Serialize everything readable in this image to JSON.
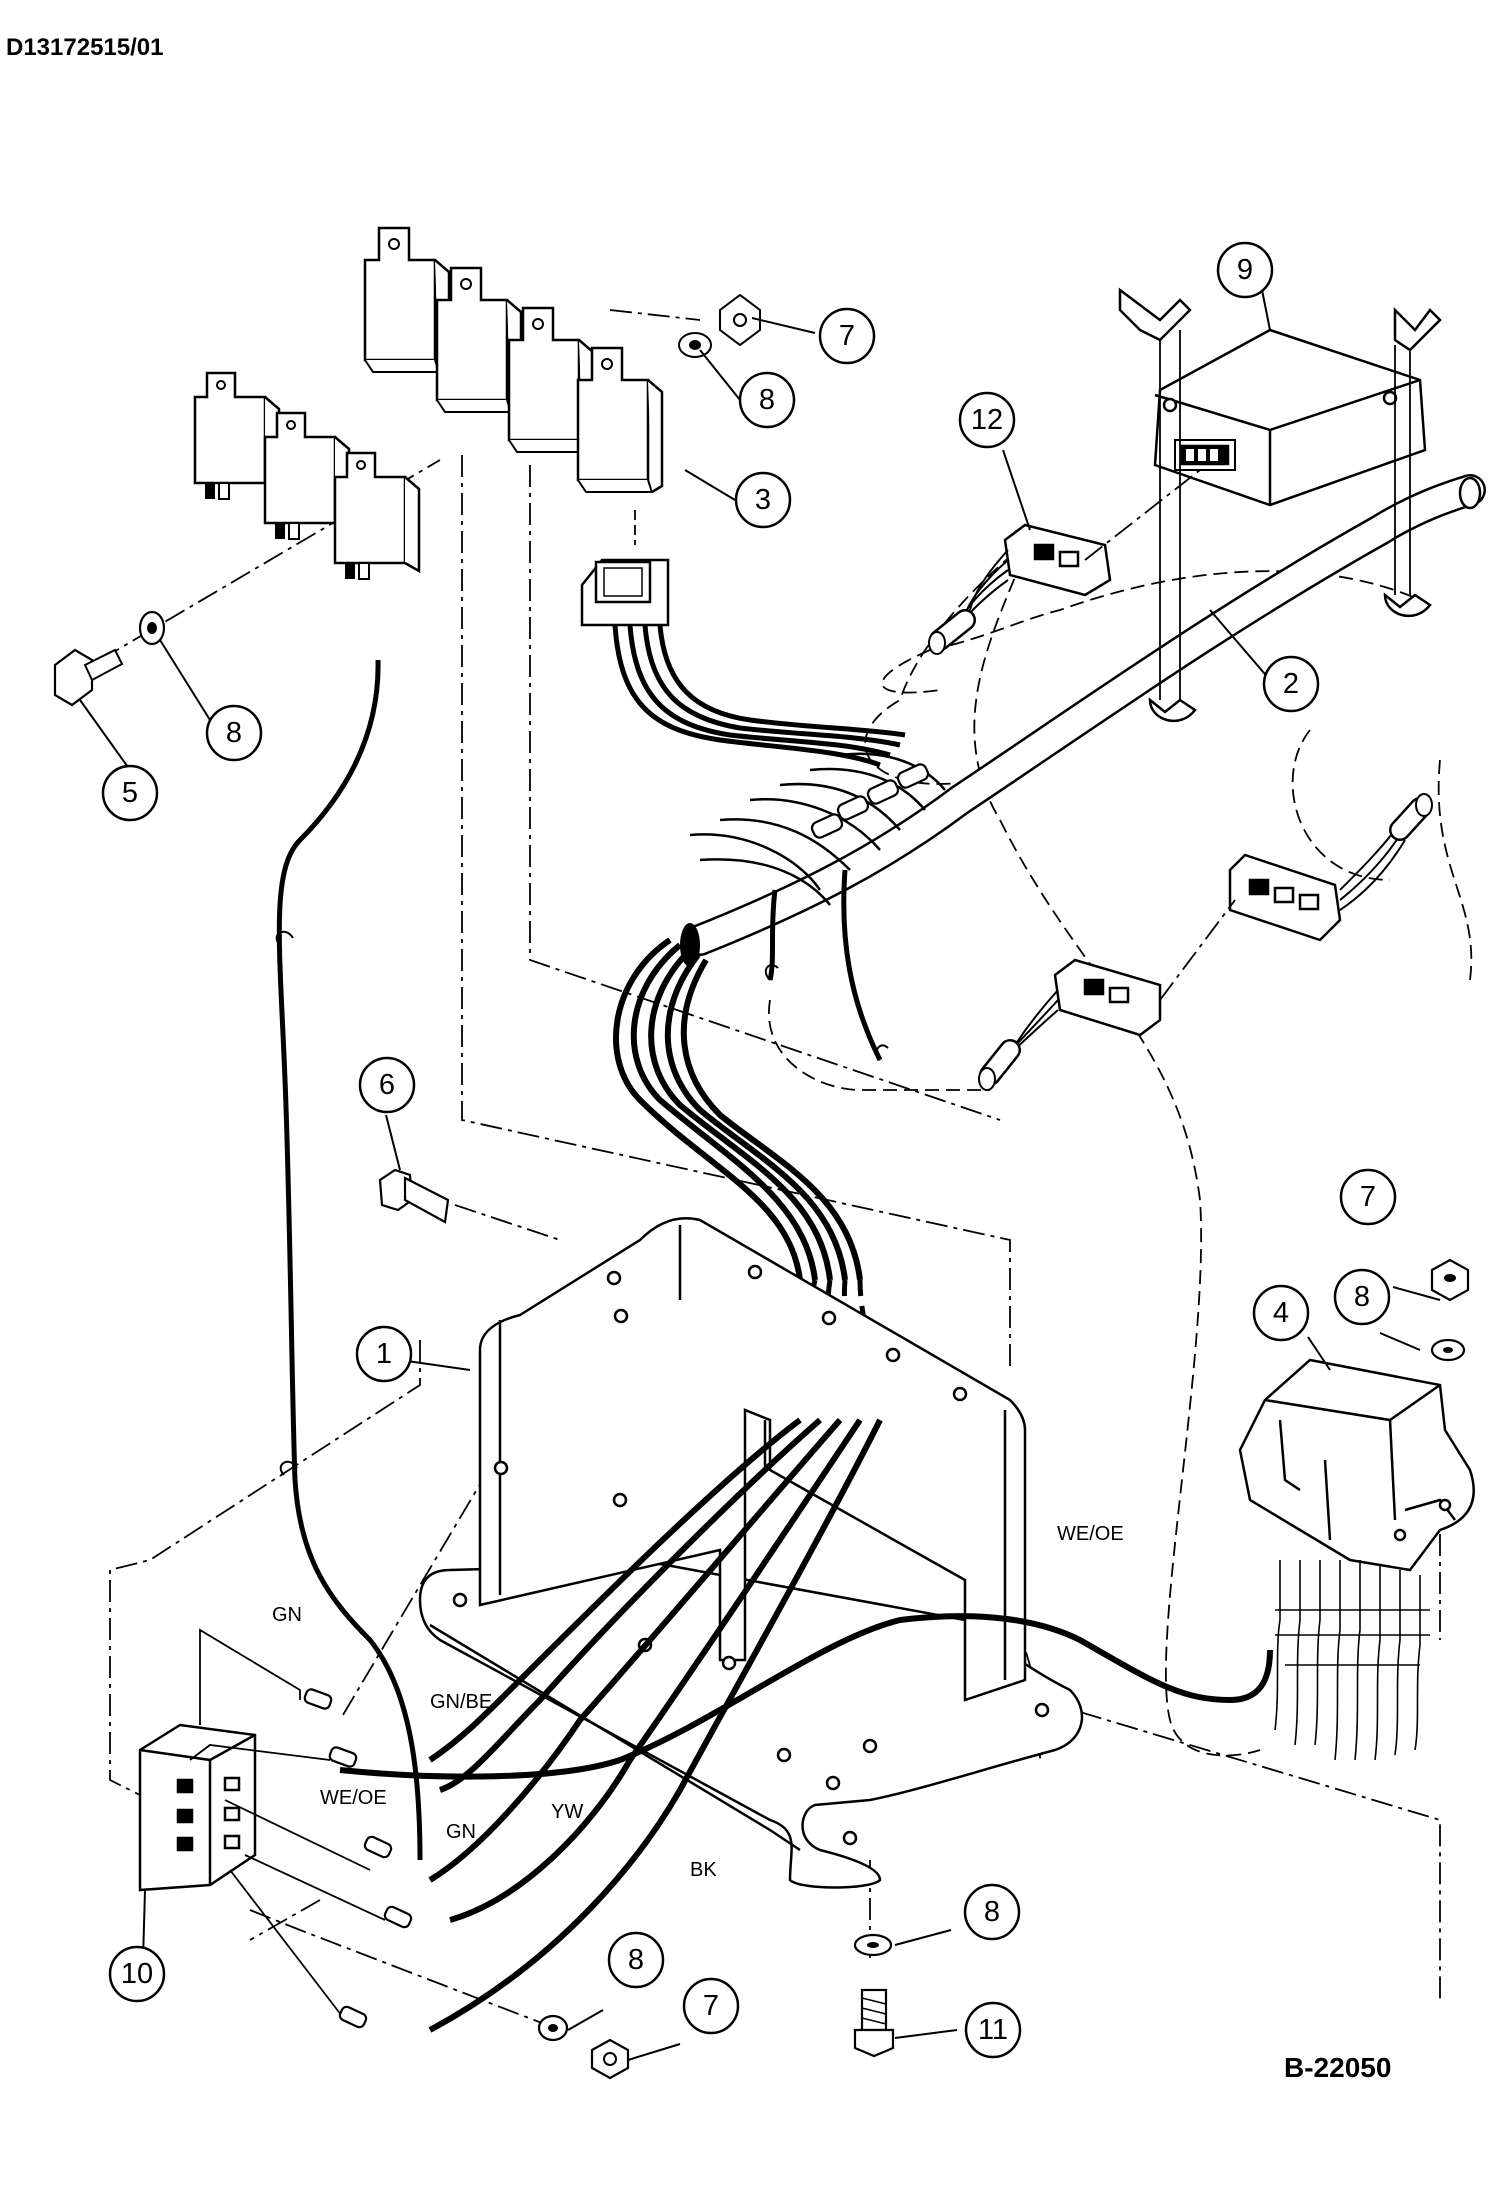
{
  "document_id": "D13172515/01",
  "drawing_number": "B-22050",
  "callouts": [
    {
      "id": "c1",
      "label": "1"
    },
    {
      "id": "c2",
      "label": "2"
    },
    {
      "id": "c3",
      "label": "3"
    },
    {
      "id": "c4",
      "label": "4"
    },
    {
      "id": "c5",
      "label": "5"
    },
    {
      "id": "c6",
      "label": "6"
    },
    {
      "id": "c7a",
      "label": "7"
    },
    {
      "id": "c7b",
      "label": "7"
    },
    {
      "id": "c7c",
      "label": "7"
    },
    {
      "id": "c8a",
      "label": "8"
    },
    {
      "id": "c8b",
      "label": "8"
    },
    {
      "id": "c8c",
      "label": "8"
    },
    {
      "id": "c8d",
      "label": "8"
    },
    {
      "id": "c8e",
      "label": "8"
    },
    {
      "id": "c9",
      "label": "9"
    },
    {
      "id": "c10",
      "label": "10"
    },
    {
      "id": "c11",
      "label": "11"
    },
    {
      "id": "c12",
      "label": "12"
    }
  ],
  "wire_labels": {
    "gn_upper": "GN",
    "gn_be": "GN/BE",
    "we_oe_left": "WE/OE",
    "gn_lower": "GN",
    "yw": "YW",
    "bk": "BK",
    "we_oe_right": "WE/OE"
  }
}
